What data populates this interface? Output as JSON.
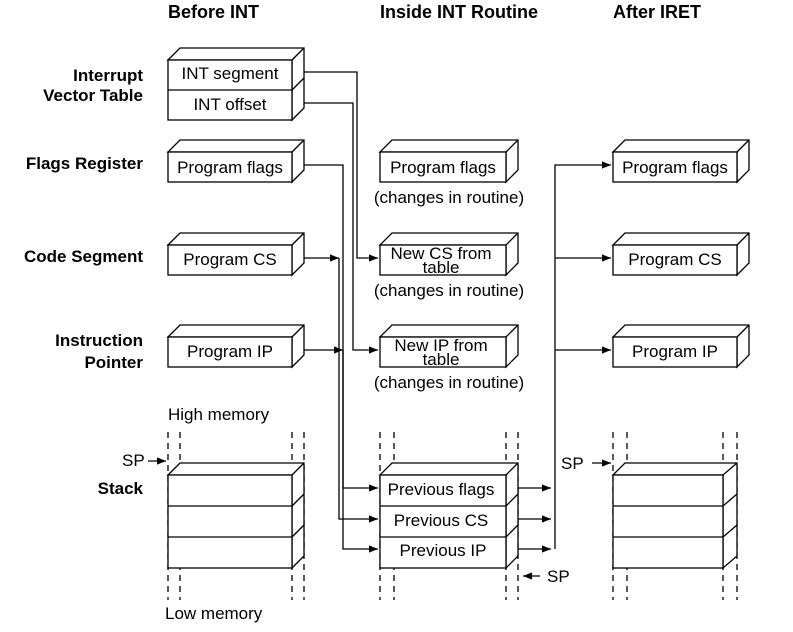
{
  "headers": {
    "before": "Before INT",
    "inside": "Inside INT Routine",
    "after": "After IRET"
  },
  "rows": {
    "ivt_line1": "Interrupt",
    "ivt_line2": "Vector Table",
    "flags": "Flags Register",
    "code_segment": "Code Segment",
    "ip_line1": "Instruction",
    "ip_line2": "Pointer",
    "stack": "Stack"
  },
  "ivt": {
    "segment": "INT segment",
    "offset": "INT offset"
  },
  "before": {
    "flags": "Program flags",
    "cs": "Program CS",
    "ip": "Program IP",
    "high_memory": "High memory",
    "low_memory": "Low memory",
    "sp": "SP"
  },
  "inside": {
    "flags": "Program flags",
    "flags_note": "(changes in routine)",
    "cs_line1": "New CS from",
    "cs_line2": "table",
    "cs_note": "(changes in routine)",
    "ip_line1": "New IP from",
    "ip_line2": "table",
    "ip_note": "(changes in routine)",
    "stack_flags": "Previous flags",
    "stack_cs": "Previous CS",
    "stack_ip": "Previous IP",
    "sp": "SP"
  },
  "after": {
    "flags": "Program flags",
    "cs": "Program CS",
    "ip": "Program IP",
    "sp": "SP"
  }
}
